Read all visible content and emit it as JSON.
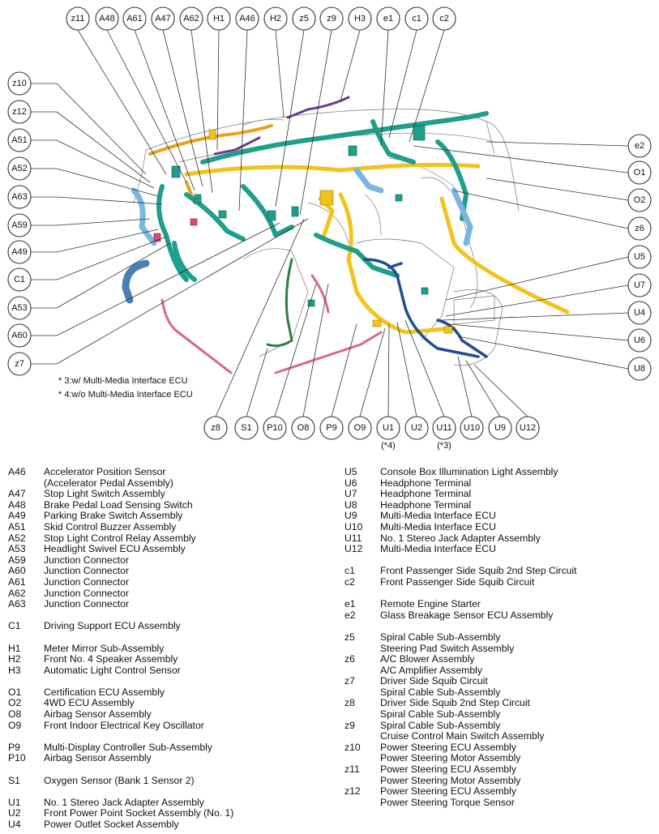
{
  "notes": {
    "note3": "* 3:w/ Multi-Media Interface ECU",
    "note4": "* 4:w/o Multi-Media Interface ECU"
  },
  "callouts_top": [
    "z11",
    "A48",
    "A61",
    "A47",
    "A62",
    "H1",
    "A46",
    "H2",
    "z5",
    "z9",
    "H3",
    "e1",
    "c1",
    "c2"
  ],
  "callouts_left": [
    "z10",
    "z12",
    "A51",
    "A52",
    "A63",
    "A59",
    "A49",
    "C1",
    "A53",
    "A60",
    "z7"
  ],
  "callouts_right": [
    "e2",
    "O1",
    "O2",
    "z6",
    "U5",
    "U7",
    "U4",
    "U6",
    "U8"
  ],
  "callouts_bottom": [
    "z8",
    "S1",
    "P10",
    "O8",
    "P9",
    "O9",
    "U1",
    "U2",
    "U11",
    "U10",
    "U9",
    "U12"
  ],
  "footnote_marks": {
    "U1": "(*4)",
    "U11": "(*3)"
  },
  "legend_left": [
    {
      "code": "A46",
      "desc": "Accelerator Position Sensor"
    },
    {
      "code": "",
      "desc": "(Accelerator Pedal Assembly)"
    },
    {
      "code": "A47",
      "desc": "Stop Light Switch Assembly"
    },
    {
      "code": "A48",
      "desc": "Brake Pedal Load Sensing Switch"
    },
    {
      "code": "A49",
      "desc": "Parking Brake Switch Assembly"
    },
    {
      "code": "A51",
      "desc": "Skid Control Buzzer Assembly"
    },
    {
      "code": "A52",
      "desc": "Stop Light Control Relay Assembly"
    },
    {
      "code": "A53",
      "desc": "Headlight Swivel ECU Assembly"
    },
    {
      "code": "A59",
      "desc": "Junction Connector"
    },
    {
      "code": "A60",
      "desc": "Junction Connector"
    },
    {
      "code": "A61",
      "desc": "Junction Connector"
    },
    {
      "code": "A62",
      "desc": "Junction Connector"
    },
    {
      "code": "A63",
      "desc": "Junction Connector"
    },
    {
      "gap": true
    },
    {
      "code": "C1",
      "desc": "Driving Support ECU Assembly"
    },
    {
      "gap": true
    },
    {
      "code": "H1",
      "desc": "Meter Mirror Sub-Assembly"
    },
    {
      "code": "H2",
      "desc": "Front No. 4 Speaker Assembly"
    },
    {
      "code": "H3",
      "desc": "Automatic Light Control Sensor"
    },
    {
      "gap": true
    },
    {
      "code": "O1",
      "desc": "Certification ECU Assembly"
    },
    {
      "code": "O2",
      "desc": "4WD ECU Assembly"
    },
    {
      "code": "O8",
      "desc": "Airbag Sensor Assembly"
    },
    {
      "code": "O9",
      "desc": "Front Indoor Electrical Key Oscillator"
    },
    {
      "gap": true
    },
    {
      "code": "P9",
      "desc": "Multi-Display Controller Sub-Assembly"
    },
    {
      "code": "P10",
      "desc": "Airbag Sensor Assembly"
    },
    {
      "gap": true
    },
    {
      "code": "S1",
      "desc": "Oxygen Sensor (Bank 1 Sensor 2)"
    },
    {
      "gap": true
    },
    {
      "code": "U1",
      "desc": "No. 1 Stereo Jack Adapter Assembly"
    },
    {
      "code": "U2",
      "desc": "Front Power Point Socket Assembly (No. 1)"
    },
    {
      "code": "U4",
      "desc": "Power Outlet Socket Assembly"
    }
  ],
  "legend_right": [
    {
      "code": "U5",
      "desc": "Console Box Illumination Light Assembly"
    },
    {
      "code": "U6",
      "desc": "Headphone Terminal"
    },
    {
      "code": "U7",
      "desc": "Headphone Terminal"
    },
    {
      "code": "U8",
      "desc": "Headphone Terminal"
    },
    {
      "code": "U9",
      "desc": "Multi-Media Interface ECU"
    },
    {
      "code": "U10",
      "desc": "Multi-Media Interface ECU"
    },
    {
      "code": "U11",
      "desc": "No. 1 Stereo Jack Adapter Assembly"
    },
    {
      "code": "U12",
      "desc": "Multi-Media Interface ECU"
    },
    {
      "gap": true
    },
    {
      "code": "c1",
      "desc": "Front Passenger Side Squib 2nd Step Circuit"
    },
    {
      "code": "c2",
      "desc": "Front Passenger Side Squib Circuit"
    },
    {
      "gap": true
    },
    {
      "code": "e1",
      "desc": "Remote Engine Starter"
    },
    {
      "code": "e2",
      "desc": "Glass Breakage Sensor ECU Assembly"
    },
    {
      "gap": true
    },
    {
      "code": "z5",
      "desc": "Spiral Cable Sub-Assembly"
    },
    {
      "code": "",
      "desc": "Steering Pad Switch Assembly"
    },
    {
      "code": "z6",
      "desc": "A/C Blower Assembly"
    },
    {
      "code": "",
      "desc": "A/C Amplifier Assembly"
    },
    {
      "code": "z7",
      "desc": "Driver Side Squib Circuit"
    },
    {
      "code": "",
      "desc": "Spiral Cable Sub-Assembly"
    },
    {
      "code": "z8",
      "desc": "Driver Side Squib 2nd Step Circuit"
    },
    {
      "code": "",
      "desc": "Spiral Cable Sub-Assembly"
    },
    {
      "code": "z9",
      "desc": "Spiral Cable Sub-Assembly"
    },
    {
      "code": "",
      "desc": "Cruise Control Main Switch Assembly"
    },
    {
      "code": "z10",
      "desc": "Power Steering ECU Assembly"
    },
    {
      "code": "",
      "desc": "Power Steering Motor Assembly"
    },
    {
      "code": "z11",
      "desc": "Power Steering ECU Assembly"
    },
    {
      "code": "",
      "desc": "Power Steering Motor Assembly"
    },
    {
      "code": "z12",
      "desc": "Power Steering ECU Assembly"
    },
    {
      "code": "",
      "desc": "Power Steering Torque Sensor"
    }
  ],
  "colors": {
    "teal": "#1f9e8c",
    "yellow": "#f2c31a",
    "orange": "#e8a21c",
    "blue": "#1e4f8f",
    "lightblue": "#7ab6e0",
    "pink": "#d9668c",
    "green": "#2e7d3a",
    "purple": "#6a3d8f",
    "outline": "#555555"
  }
}
